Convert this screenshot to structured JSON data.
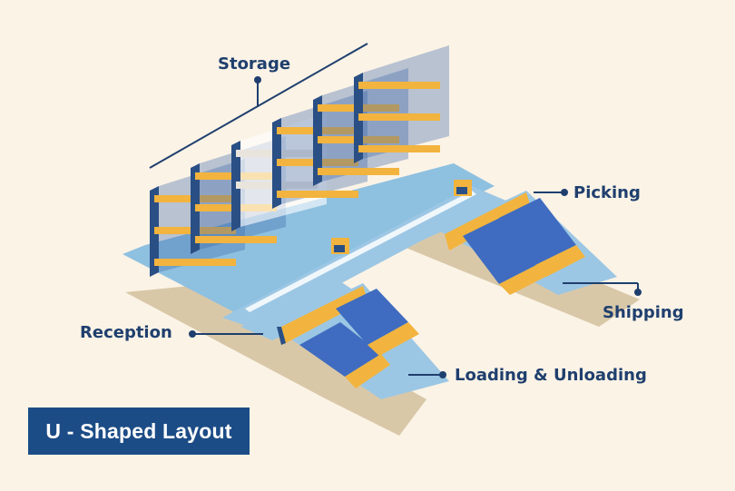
{
  "title": "U - Shaped Layout",
  "labels": {
    "storage": "Storage",
    "picking": "Picking",
    "shipping": "Shipping",
    "reception": "Reception",
    "loading": "Loading & Unloading"
  },
  "colors": {
    "background": "#fbf3e6",
    "floor": "#d9c8a8",
    "aisle": "#8ec0e0",
    "rack": "#2a4f85",
    "crate": "#f2b43e",
    "truck_cargo": "#3f6cc0",
    "truck_cab": "#f2b43e",
    "label_text": "#1f3f6e",
    "title_bg": "#1c4c86"
  }
}
